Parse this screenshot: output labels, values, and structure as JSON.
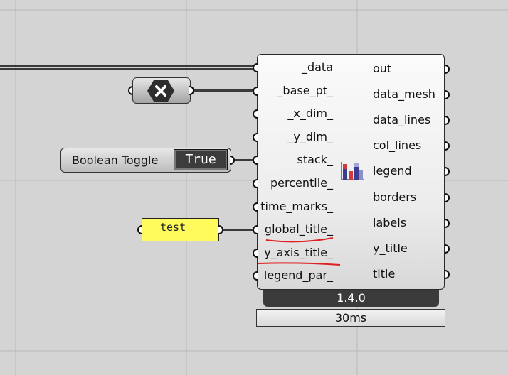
{
  "component": {
    "inputs": [
      "_data",
      "_base_pt_",
      "_x_dim_",
      "_y_dim_",
      "stack_",
      "percentile_",
      "time_marks_",
      "global_title_",
      "y_axis_title_",
      "legend_par_"
    ],
    "outputs": [
      "out",
      "data_mesh",
      "data_lines",
      "col_lines",
      "legend",
      "borders",
      "labels",
      "y_title",
      "title"
    ],
    "version": "1.4.0",
    "timing": "30ms",
    "icon": "stacked-bar-chart-icon"
  },
  "toggle": {
    "label": "Boolean Toggle",
    "value": "True"
  },
  "panel": {
    "text": "test"
  },
  "button": {
    "icon": "close-x-icon"
  },
  "annotation_color": "#e02020"
}
